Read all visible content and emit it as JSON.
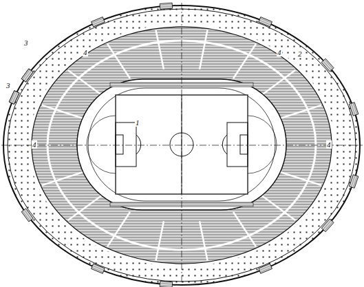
{
  "diagram": {
    "labels": [
      "3",
      "3",
      "4",
      "4",
      "4",
      "4",
      "1",
      "2"
    ]
  }
}
